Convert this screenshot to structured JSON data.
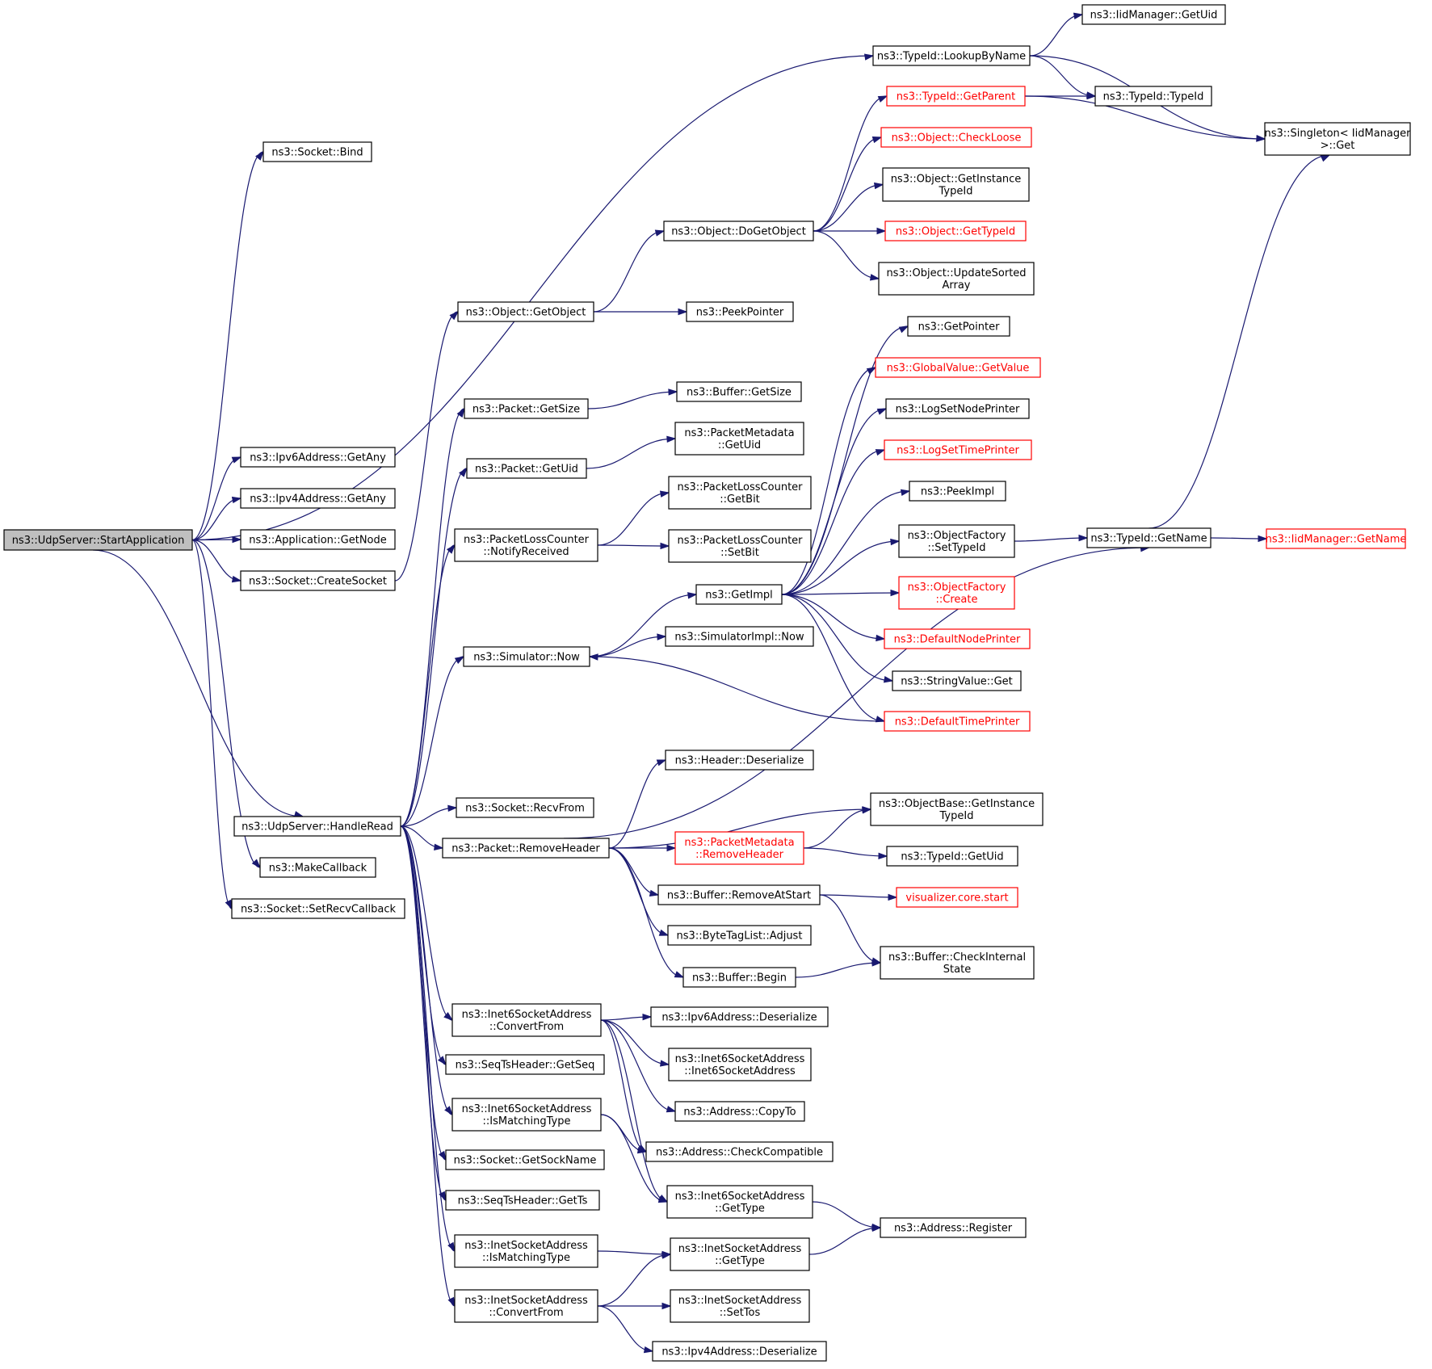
{
  "nodes": [
    {
      "id": "start",
      "lines": [
        "ns3::UdpServer::StartApplication"
      ],
      "style": "root"
    },
    {
      "id": "bind",
      "lines": [
        "ns3::Socket::Bind"
      ],
      "style": "normal"
    },
    {
      "id": "ipv6any",
      "lines": [
        "ns3::Ipv6Address::GetAny"
      ],
      "style": "normal"
    },
    {
      "id": "ipv4any",
      "lines": [
        "ns3::Ipv4Address::GetAny"
      ],
      "style": "normal"
    },
    {
      "id": "getnode",
      "lines": [
        "ns3::Application::GetNode"
      ],
      "style": "normal"
    },
    {
      "id": "createsock",
      "lines": [
        "ns3::Socket::CreateSocket"
      ],
      "style": "normal"
    },
    {
      "id": "handleread",
      "lines": [
        "ns3::UdpServer::HandleRead"
      ],
      "style": "normal"
    },
    {
      "id": "makecb",
      "lines": [
        "ns3::MakeCallback"
      ],
      "style": "normal"
    },
    {
      "id": "setrecvcb",
      "lines": [
        "ns3::Socket::SetRecvCallback"
      ],
      "style": "normal"
    },
    {
      "id": "lookup",
      "lines": [
        "ns3::TypeId::LookupByName"
      ],
      "style": "normal"
    },
    {
      "id": "iidgetuid",
      "lines": [
        "ns3::IidManager::GetUid"
      ],
      "style": "normal"
    },
    {
      "id": "getparent",
      "lines": [
        "ns3::TypeId::GetParent"
      ],
      "style": "red"
    },
    {
      "id": "typeidctor",
      "lines": [
        "ns3::TypeId::TypeId"
      ],
      "style": "normal"
    },
    {
      "id": "singleton",
      "lines": [
        "ns3::Singleton< IidManager",
        ">::Get"
      ],
      "style": "normal"
    },
    {
      "id": "checkloose",
      "lines": [
        "ns3::Object::CheckLoose"
      ],
      "style": "red"
    },
    {
      "id": "getinsttid",
      "lines": [
        "ns3::Object::GetInstance",
        "TypeId"
      ],
      "style": "normal"
    },
    {
      "id": "dogetobj",
      "lines": [
        "ns3::Object::DoGetObject"
      ],
      "style": "normal"
    },
    {
      "id": "objgettid",
      "lines": [
        "ns3::Object::GetTypeId"
      ],
      "style": "red"
    },
    {
      "id": "updsorted",
      "lines": [
        "ns3::Object::UpdateSorted",
        "Array"
      ],
      "style": "normal"
    },
    {
      "id": "getobject",
      "lines": [
        "ns3::Object::GetObject"
      ],
      "style": "normal"
    },
    {
      "id": "peekptr",
      "lines": [
        "ns3::PeekPointer"
      ],
      "style": "normal"
    },
    {
      "id": "getpointer",
      "lines": [
        "ns3::GetPointer"
      ],
      "style": "normal"
    },
    {
      "id": "gvgetvalue",
      "lines": [
        "ns3::GlobalValue::GetValue"
      ],
      "style": "red"
    },
    {
      "id": "pktgetsize",
      "lines": [
        "ns3::Packet::GetSize"
      ],
      "style": "normal"
    },
    {
      "id": "bufgetsize",
      "lines": [
        "ns3::Buffer::GetSize"
      ],
      "style": "normal"
    },
    {
      "id": "lognodepr",
      "lines": [
        "ns3::LogSetNodePrinter"
      ],
      "style": "normal"
    },
    {
      "id": "pmgetuid",
      "lines": [
        "ns3::PacketMetadata",
        "::GetUid"
      ],
      "style": "normal"
    },
    {
      "id": "pktgetuid",
      "lines": [
        "ns3::Packet::GetUid"
      ],
      "style": "normal"
    },
    {
      "id": "logtimepr",
      "lines": [
        "ns3::LogSetTimePrinter"
      ],
      "style": "red"
    },
    {
      "id": "plcgetbit",
      "lines": [
        "ns3::PacketLossCounter",
        "::GetBit"
      ],
      "style": "normal"
    },
    {
      "id": "peekimpl",
      "lines": [
        "ns3::PeekImpl"
      ],
      "style": "normal"
    },
    {
      "id": "plcnotify",
      "lines": [
        "ns3::PacketLossCounter",
        "::NotifyReceived"
      ],
      "style": "normal"
    },
    {
      "id": "plcsetbit",
      "lines": [
        "ns3::PacketLossCounter",
        "::SetBit"
      ],
      "style": "normal"
    },
    {
      "id": "ofsettid",
      "lines": [
        "ns3::ObjectFactory",
        "::SetTypeId"
      ],
      "style": "normal"
    },
    {
      "id": "tidgetname",
      "lines": [
        "ns3::TypeId::GetName"
      ],
      "style": "normal"
    },
    {
      "id": "iidgetname",
      "lines": [
        "ns3::IidManager::GetName"
      ],
      "style": "red"
    },
    {
      "id": "getimpl",
      "lines": [
        "ns3::GetImpl"
      ],
      "style": "normal"
    },
    {
      "id": "ofcreate",
      "lines": [
        "ns3::ObjectFactory",
        "::Create"
      ],
      "style": "red"
    },
    {
      "id": "siminow",
      "lines": [
        "ns3::SimulatorImpl::Now"
      ],
      "style": "normal"
    },
    {
      "id": "defnodepr",
      "lines": [
        "ns3::DefaultNodePrinter"
      ],
      "style": "red"
    },
    {
      "id": "simnow",
      "lines": [
        "ns3::Simulator::Now"
      ],
      "style": "normal"
    },
    {
      "id": "strvalget",
      "lines": [
        "ns3::StringValue::Get"
      ],
      "style": "normal"
    },
    {
      "id": "deftimepr",
      "lines": [
        "ns3::DefaultTimePrinter"
      ],
      "style": "red"
    },
    {
      "id": "hdrdeser",
      "lines": [
        "ns3::Header::Deserialize"
      ],
      "style": "normal"
    },
    {
      "id": "recvfrom",
      "lines": [
        "ns3::Socket::RecvFrom"
      ],
      "style": "normal"
    },
    {
      "id": "obgetinst",
      "lines": [
        "ns3::ObjectBase::GetInstance",
        "TypeId"
      ],
      "style": "normal"
    },
    {
      "id": "removehdr",
      "lines": [
        "ns3::Packet::RemoveHeader"
      ],
      "style": "normal"
    },
    {
      "id": "pmremovehdr",
      "lines": [
        "ns3::PacketMetadata",
        "::RemoveHeader"
      ],
      "style": "red"
    },
    {
      "id": "tidgetuid",
      "lines": [
        "ns3::TypeId::GetUid"
      ],
      "style": "normal"
    },
    {
      "id": "bufremove",
      "lines": [
        "ns3::Buffer::RemoveAtStart"
      ],
      "style": "normal"
    },
    {
      "id": "vizstart",
      "lines": [
        "visualizer.core.start"
      ],
      "style": "red"
    },
    {
      "id": "btladjust",
      "lines": [
        "ns3::ByteTagList::Adjust"
      ],
      "style": "normal"
    },
    {
      "id": "bufcheck",
      "lines": [
        "ns3::Buffer::CheckInternal",
        "State"
      ],
      "style": "normal"
    },
    {
      "id": "bufbegin",
      "lines": [
        "ns3::Buffer::Begin"
      ],
      "style": "normal"
    },
    {
      "id": "i6conv",
      "lines": [
        "ns3::Inet6SocketAddress",
        "::ConvertFrom"
      ],
      "style": "normal"
    },
    {
      "id": "ipv6deser",
      "lines": [
        "ns3::Ipv6Address::Deserialize"
      ],
      "style": "normal"
    },
    {
      "id": "i6ctor",
      "lines": [
        "ns3::Inet6SocketAddress",
        "::Inet6SocketAddress"
      ],
      "style": "normal"
    },
    {
      "id": "getseq",
      "lines": [
        "ns3::SeqTsHeader::GetSeq"
      ],
      "style": "normal"
    },
    {
      "id": "addrcopyto",
      "lines": [
        "ns3::Address::CopyTo"
      ],
      "style": "normal"
    },
    {
      "id": "i6match",
      "lines": [
        "ns3::Inet6SocketAddress",
        "::IsMatchingType"
      ],
      "style": "normal"
    },
    {
      "id": "addrcompat",
      "lines": [
        "ns3::Address::CheckCompatible"
      ],
      "style": "normal"
    },
    {
      "id": "getsockname",
      "lines": [
        "ns3::Socket::GetSockName"
      ],
      "style": "normal"
    },
    {
      "id": "i6gettype",
      "lines": [
        "ns3::Inet6SocketAddress",
        "::GetType"
      ],
      "style": "normal"
    },
    {
      "id": "getts",
      "lines": [
        "ns3::SeqTsHeader::GetTs"
      ],
      "style": "normal"
    },
    {
      "id": "addrreg",
      "lines": [
        "ns3::Address::Register"
      ],
      "style": "normal"
    },
    {
      "id": "imatch",
      "lines": [
        "ns3::InetSocketAddress",
        "::IsMatchingType"
      ],
      "style": "normal"
    },
    {
      "id": "igettype",
      "lines": [
        "ns3::InetSocketAddress",
        "::GetType"
      ],
      "style": "normal"
    },
    {
      "id": "iconv",
      "lines": [
        "ns3::InetSocketAddress",
        "::ConvertFrom"
      ],
      "style": "normal"
    },
    {
      "id": "isettos",
      "lines": [
        "ns3::InetSocketAddress",
        "::SetTos"
      ],
      "style": "normal"
    },
    {
      "id": "ipv4deser",
      "lines": [
        "ns3::Ipv4Address::Deserialize"
      ],
      "style": "normal"
    }
  ],
  "edges": [
    [
      "start",
      "bind"
    ],
    [
      "start",
      "ipv6any"
    ],
    [
      "start",
      "ipv4any"
    ],
    [
      "start",
      "getnode"
    ],
    [
      "start",
      "createsock"
    ],
    [
      "start",
      "handleread"
    ],
    [
      "start",
      "makecb"
    ],
    [
      "start",
      "setrecvcb"
    ],
    [
      "start",
      "lookup"
    ],
    [
      "lookup",
      "iidgetuid"
    ],
    [
      "lookup",
      "typeidctor"
    ],
    [
      "lookup",
      "singleton"
    ],
    [
      "getparent",
      "typeidctor"
    ],
    [
      "getparent",
      "singleton"
    ],
    [
      "createsock",
      "getobject"
    ],
    [
      "getobject",
      "dogetobj"
    ],
    [
      "getobject",
      "peekptr"
    ],
    [
      "dogetobj",
      "getparent"
    ],
    [
      "dogetobj",
      "checkloose"
    ],
    [
      "dogetobj",
      "getinsttid"
    ],
    [
      "dogetobj",
      "objgettid"
    ],
    [
      "dogetobj",
      "updsorted"
    ],
    [
      "handleread",
      "pktgetsize"
    ],
    [
      "handleread",
      "pktgetuid"
    ],
    [
      "handleread",
      "plcnotify"
    ],
    [
      "handleread",
      "simnow"
    ],
    [
      "handleread",
      "recvfrom"
    ],
    [
      "handleread",
      "removehdr"
    ],
    [
      "handleread",
      "i6conv"
    ],
    [
      "handleread",
      "getseq"
    ],
    [
      "handleread",
      "i6match"
    ],
    [
      "handleread",
      "getsockname"
    ],
    [
      "handleread",
      "getts"
    ],
    [
      "handleread",
      "imatch"
    ],
    [
      "handleread",
      "iconv"
    ],
    [
      "pktgetsize",
      "bufgetsize"
    ],
    [
      "pktgetuid",
      "pmgetuid"
    ],
    [
      "plcnotify",
      "plcgetbit"
    ],
    [
      "plcnotify",
      "plcsetbit"
    ],
    [
      "simnow",
      "getimpl"
    ],
    [
      "simnow",
      "siminow"
    ],
    [
      "getimpl",
      "getpointer"
    ],
    [
      "getimpl",
      "gvgetvalue"
    ],
    [
      "getimpl",
      "lognodepr"
    ],
    [
      "getimpl",
      "logtimepr"
    ],
    [
      "getimpl",
      "peekimpl"
    ],
    [
      "getimpl",
      "ofsettid"
    ],
    [
      "getimpl",
      "ofcreate"
    ],
    [
      "getimpl",
      "defnodepr"
    ],
    [
      "getimpl",
      "strvalget"
    ],
    [
      "getimpl",
      "deftimepr"
    ],
    [
      "deftimepr",
      "simnow"
    ],
    [
      "ofsettid",
      "tidgetname"
    ],
    [
      "tidgetname",
      "iidgetname"
    ],
    [
      "tidgetname",
      "singleton"
    ],
    [
      "removehdr",
      "tidgetname"
    ],
    [
      "removehdr",
      "hdrdeser"
    ],
    [
      "removehdr",
      "obgetinst"
    ],
    [
      "removehdr",
      "pmremovehdr"
    ],
    [
      "removehdr",
      "bufremove"
    ],
    [
      "removehdr",
      "btladjust"
    ],
    [
      "removehdr",
      "bufbegin"
    ],
    [
      "pmremovehdr",
      "obgetinst"
    ],
    [
      "pmremovehdr",
      "tidgetuid"
    ],
    [
      "bufremove",
      "vizstart"
    ],
    [
      "bufremove",
      "bufcheck"
    ],
    [
      "bufbegin",
      "bufcheck"
    ],
    [
      "i6conv",
      "ipv6deser"
    ],
    [
      "i6conv",
      "i6ctor"
    ],
    [
      "i6conv",
      "addrcopyto"
    ],
    [
      "i6conv",
      "addrcompat"
    ],
    [
      "i6conv",
      "i6gettype"
    ],
    [
      "i6match",
      "addrcompat"
    ],
    [
      "i6match",
      "i6gettype"
    ],
    [
      "i6gettype",
      "addrreg"
    ],
    [
      "imatch",
      "igettype"
    ],
    [
      "igettype",
      "addrreg"
    ],
    [
      "iconv",
      "igettype"
    ],
    [
      "iconv",
      "isettos"
    ],
    [
      "iconv",
      "ipv4deser"
    ]
  ],
  "colors": {
    "edge": "#191970",
    "node_border": "#000000",
    "red_border": "#ff0000",
    "root_fill": "#bfbfbf",
    "node_fill": "#ffffff"
  }
}
